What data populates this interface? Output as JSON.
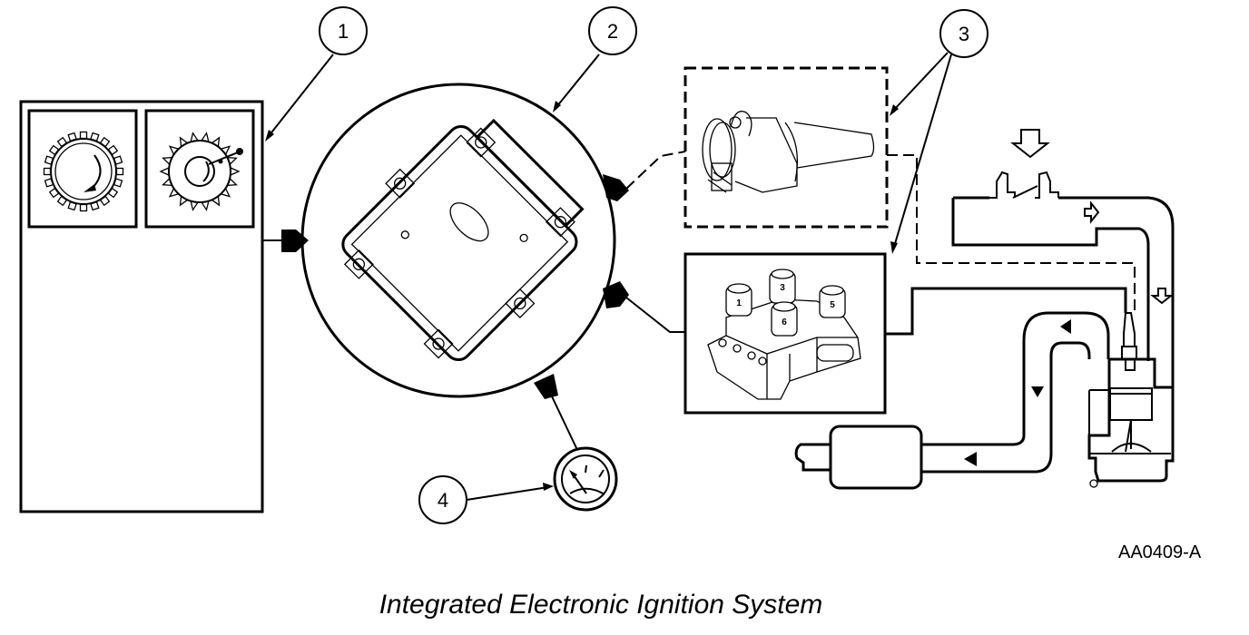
{
  "figure": {
    "caption": "Integrated Electronic Ignition System",
    "figure_id": "AA0409-A"
  },
  "callouts": [
    {
      "number": "1",
      "target": "crankshaft-position-sensor-panel"
    },
    {
      "number": "2",
      "target": "powertrain-control-module"
    },
    {
      "number": "3",
      "target": "ignition-coil-and-camshaft-sensor"
    },
    {
      "number": "4",
      "target": "tachometer-gauge"
    }
  ],
  "coil_pack": {
    "terminals": [
      "1",
      "3",
      "5",
      "6"
    ]
  },
  "colors": {
    "ink": "#000000",
    "paper": "#ffffff"
  }
}
